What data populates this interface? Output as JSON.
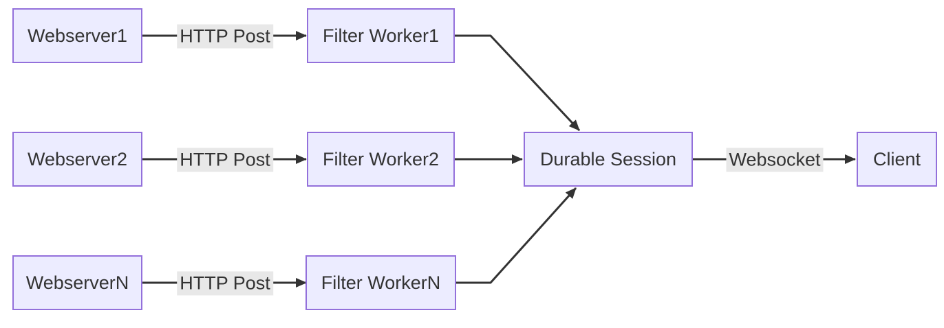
{
  "diagram": {
    "type": "flowchart",
    "direction": "left-to-right",
    "background": "#ffffff",
    "colors": {
      "node_fill": "#ECECFF",
      "node_border": "#9370DB",
      "node_text": "#333333",
      "edge_line": "#333333",
      "edge_label_bg": "#e8e8e8",
      "edge_label_text": "#333333"
    },
    "nodes": [
      {
        "id": "webserver1",
        "label": "Webserver1"
      },
      {
        "id": "webserver2",
        "label": "Webserver2"
      },
      {
        "id": "webserverN",
        "label": "WebserverN"
      },
      {
        "id": "filter_worker1",
        "label": "Filter Worker1"
      },
      {
        "id": "filter_worker2",
        "label": "Filter Worker2"
      },
      {
        "id": "filter_workerN",
        "label": "Filter WorkerN"
      },
      {
        "id": "durable_session",
        "label": "Durable Session"
      },
      {
        "id": "client",
        "label": "Client"
      }
    ],
    "edges": [
      {
        "from": "webserver1",
        "to": "filter_worker1",
        "label": "HTTP Post"
      },
      {
        "from": "webserver2",
        "to": "filter_worker2",
        "label": "HTTP Post"
      },
      {
        "from": "webserverN",
        "to": "filter_workerN",
        "label": "HTTP Post"
      },
      {
        "from": "filter_worker1",
        "to": "durable_session",
        "label": ""
      },
      {
        "from": "filter_worker2",
        "to": "durable_session",
        "label": ""
      },
      {
        "from": "filter_workerN",
        "to": "durable_session",
        "label": ""
      },
      {
        "from": "durable_session",
        "to": "client",
        "label": "Websocket"
      }
    ]
  }
}
